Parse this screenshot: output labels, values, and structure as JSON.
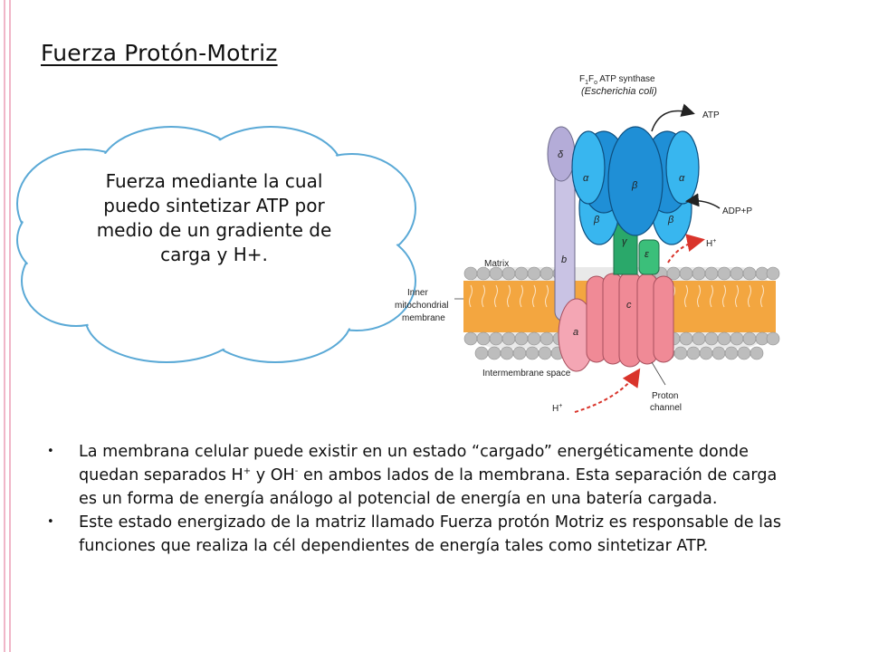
{
  "slide": {
    "title": "Fuerza Protón-Motriz",
    "cloud_text": "Fuerza mediante la cual puedo sintetizar ATP por medio de un gradiente de carga y H+."
  },
  "bullets": [
    {
      "parts": [
        "La membrana celular puede existir en un estado “cargado” energéticamente donde quedan separados H",
        "+",
        " y OH",
        "-",
        " en ambos lados de la membrana. Esta separación de carga es un forma de energía análogo al potencial de energía en una batería cargada."
      ]
    },
    {
      "text": "Este estado energizado de la matriz llamado Fuerza protón Motriz es responsable de las funciones que realiza la cél dependientes de energía tales como sintetizar ATP."
    }
  ],
  "diagram": {
    "title_line1_main": "F",
    "title_line1_sub1": "1",
    "title_line1_mid": "F",
    "title_line1_sub2": "o",
    "title_line1_rest": " ATP synthase",
    "title_line2": "(Escherichia coli)",
    "label_atp": "ATP",
    "label_adp": "ADP+P",
    "label_hplus_top": "H",
    "label_hplus_bottom": "H",
    "plus_sign": "+",
    "label_matrix": "Matrix",
    "label_inner_1": "Inner",
    "label_inner_2": "mitochondrial",
    "label_inner_3": "membrane",
    "label_intermembrane": "Intermembrane space",
    "label_proton_1": "Proton",
    "label_proton_2": "channel",
    "subunit_delta": "δ",
    "subunit_alpha_left": "α",
    "subunit_beta_center": "β",
    "subunit_alpha_right": "α",
    "subunit_beta_left": "β",
    "subunit_beta_right": "β",
    "subunit_gamma": "γ",
    "subunit_epsilon": "ε",
    "subunit_b": "b",
    "subunit_a": "a",
    "subunit_c": "c"
  },
  "colors": {
    "accent_rule": "#f0b6c8",
    "cloud_stroke": "#5aa9d6",
    "alpha_blue": "#1f8fd6",
    "beta_blue": "#38b6ef",
    "gamma_green": "#2aa86a",
    "c_ring_pink": "#f08a96",
    "stator_lavender": "#c9c3e4",
    "lipid_orange": "#f3a640",
    "arrow_red": "#d9342b"
  }
}
